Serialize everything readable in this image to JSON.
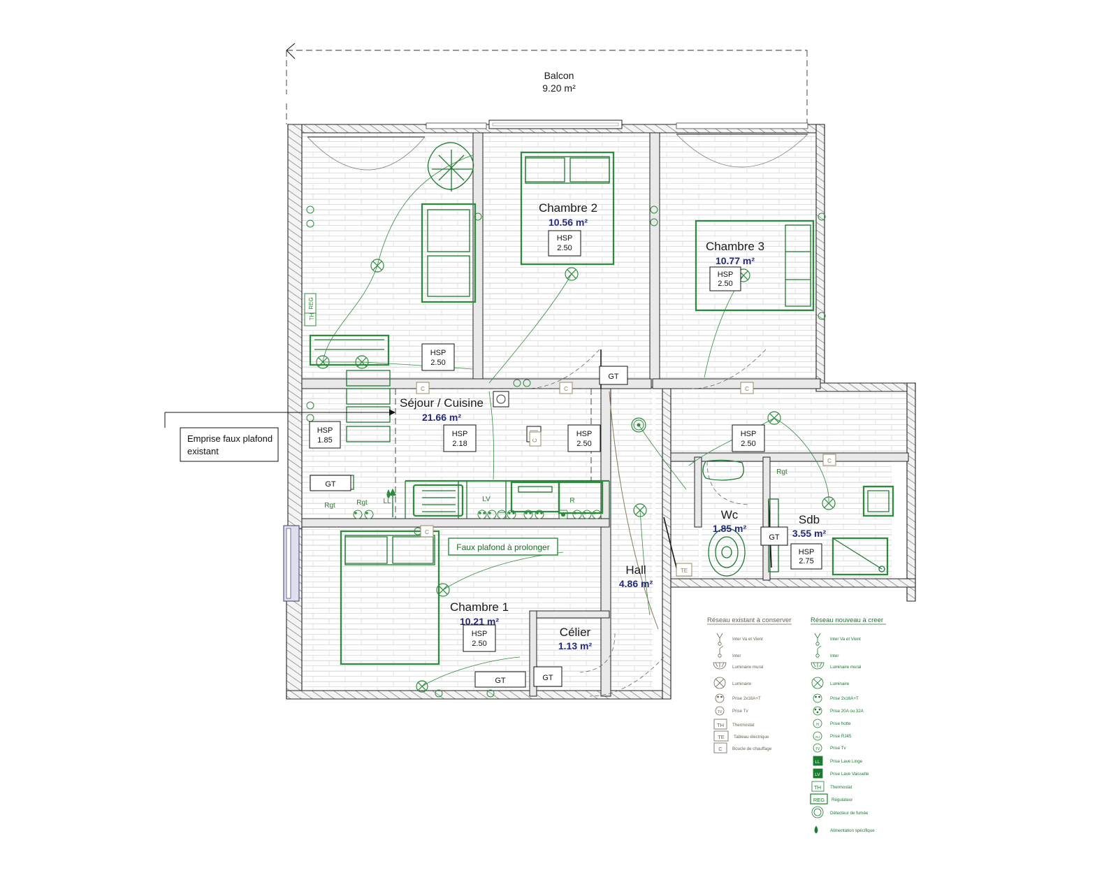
{
  "document": {
    "type": "architectural-floor-plan",
    "discipline": "electrical-plan"
  },
  "balcony": {
    "name": "Balcon",
    "area": "9.20 m²"
  },
  "rooms": [
    {
      "id": "chambre2",
      "name": "Chambre 2",
      "area": "10.56 m²",
      "hsp_label": "HSP",
      "hsp_value": "2.50"
    },
    {
      "id": "chambre3",
      "name": "Chambre 3",
      "area": "10.77 m²",
      "hsp_label": "HSP",
      "hsp_value": "2.50"
    },
    {
      "id": "sejour",
      "name": "Séjour / Cuisine",
      "area": "21.66 m²",
      "hsp_label": "HSP",
      "hsp_value": "2.18"
    },
    {
      "id": "chambre1",
      "name": "Chambre 1",
      "area": "10.21 m²",
      "hsp_label": "HSP",
      "hsp_value": "2.50"
    },
    {
      "id": "celier",
      "name": "Célier",
      "area": "1.13 m²",
      "hsp_label": "",
      "hsp_value": ""
    },
    {
      "id": "hall",
      "name": "Hall",
      "area": "4.86 m²",
      "hsp_label": "",
      "hsp_value": ""
    },
    {
      "id": "wc",
      "name": "Wc",
      "area": "1.85 m²",
      "hsp_label": "",
      "hsp_value": ""
    },
    {
      "id": "sdb",
      "name": "Sdb",
      "area": "3.55 m²",
      "hsp_label": "HSP",
      "hsp_value": "2.75"
    }
  ],
  "hsp_markers": [
    {
      "id": "hsp_sejour_left",
      "label": "HSP",
      "value": "1.85"
    },
    {
      "id": "hsp_sejour_mid",
      "label": "HSP",
      "value": "2.18"
    },
    {
      "id": "hsp_sejour_right",
      "label": "HSP",
      "value": "2.50"
    },
    {
      "id": "hsp_entry",
      "label": "HSP",
      "value": "2.50"
    },
    {
      "id": "hsp_hall",
      "label": "HSP",
      "value": "2.50"
    },
    {
      "id": "hsp_chambre2",
      "label": "HSP",
      "value": "2.50"
    },
    {
      "id": "hsp_chambre3",
      "label": "HSP",
      "value": "2.50"
    },
    {
      "id": "hsp_chambre1",
      "label": "HSP",
      "value": "2.50"
    },
    {
      "id": "hsp_sdb",
      "label": "HSP",
      "value": "2.75"
    }
  ],
  "annotations": {
    "callout": {
      "line1": "Emprise faux plafond",
      "line2": "existant"
    },
    "green_banner": "Faux plafond à prolonger"
  },
  "equipment_tags": [
    {
      "id": "gt1",
      "label": "GT"
    },
    {
      "id": "gt2",
      "label": "GT"
    },
    {
      "id": "gt3",
      "label": "GT"
    },
    {
      "id": "gt4",
      "label": "GT"
    },
    {
      "id": "gt5",
      "label": "GT"
    },
    {
      "id": "rgt1",
      "label": "Rgt"
    },
    {
      "id": "rgt2",
      "label": "Rgt"
    },
    {
      "id": "rgt3",
      "label": "Rgt"
    },
    {
      "id": "ll",
      "label": "LL"
    },
    {
      "id": "lv",
      "label": "LV"
    },
    {
      "id": "r",
      "label": "R"
    },
    {
      "id": "th",
      "label": "TH"
    },
    {
      "id": "reg",
      "label": "REG"
    },
    {
      "id": "te",
      "label": "TE"
    },
    {
      "id": "c1",
      "label": "C"
    },
    {
      "id": "c2",
      "label": "C"
    },
    {
      "id": "c3",
      "label": "C"
    },
    {
      "id": "c4",
      "label": "C"
    },
    {
      "id": "c5",
      "label": "C"
    },
    {
      "id": "c6",
      "label": "C"
    }
  ],
  "legend": {
    "existing": {
      "title": "Réseau existant à conserver",
      "color": "#6b6250",
      "items": [
        {
          "icon": "switch-two-way-icon",
          "label": "Inter Va et Vient"
        },
        {
          "icon": "switch-icon",
          "label": "Inter"
        },
        {
          "icon": "wall-light-icon",
          "label": "Luminaire mural"
        },
        {
          "icon": "luminaire-icon",
          "label": "Luminaire"
        },
        {
          "icon": "socket-icon",
          "label": "Prise 2x16A+T"
        },
        {
          "icon": "tv-socket-icon",
          "label": "Prise Tv"
        },
        {
          "icon": "thermostat-box-icon",
          "label": "Thermostat",
          "box": "TH"
        },
        {
          "icon": "panel-box-icon",
          "label": "Tableau électrique",
          "box": "TE"
        },
        {
          "icon": "heating-loop-box-icon",
          "label": "Boucle de chauffage",
          "box": "C"
        }
      ]
    },
    "new": {
      "title": "Réseau nouveau à creer",
      "color": "#1b7a2f",
      "items": [
        {
          "icon": "switch-two-way-icon",
          "label": "Inter Va et Vient"
        },
        {
          "icon": "switch-icon",
          "label": "Inter"
        },
        {
          "icon": "wall-light-icon",
          "label": "Luminaire mural"
        },
        {
          "icon": "luminaire-icon",
          "label": "Luminaire"
        },
        {
          "icon": "socket-icon",
          "label": "Prise 2x16A+T"
        },
        {
          "icon": "socket-high-amp-icon",
          "label": "Prise 20A ou 32A"
        },
        {
          "icon": "hood-socket-icon",
          "label": "Prise hotte"
        },
        {
          "icon": "rj45-socket-icon",
          "label": "Prise RJ45"
        },
        {
          "icon": "tv-socket-icon",
          "label": "Prise Tv"
        },
        {
          "icon": "washing-machine-socket-icon",
          "label": "Prise Lave Linge"
        },
        {
          "icon": "dishwasher-socket-icon",
          "label": "Prise Lave Vaisselle"
        },
        {
          "icon": "thermostat-box-icon",
          "label": "Thermostat",
          "box": "TH"
        },
        {
          "icon": "regulator-box-icon",
          "label": "Régulateur",
          "box": "REG"
        },
        {
          "icon": "smoke-detector-icon",
          "label": "Détecteur de fumée"
        },
        {
          "icon": "specific-supply-icon",
          "label": "Alimentation spécifique"
        }
      ]
    }
  },
  "colors": {
    "existing_network": "#6b6250",
    "new_network": "#1b7a2f",
    "area_text": "#232a78",
    "room_text": "#1a1a1a",
    "wall": "#222222"
  }
}
